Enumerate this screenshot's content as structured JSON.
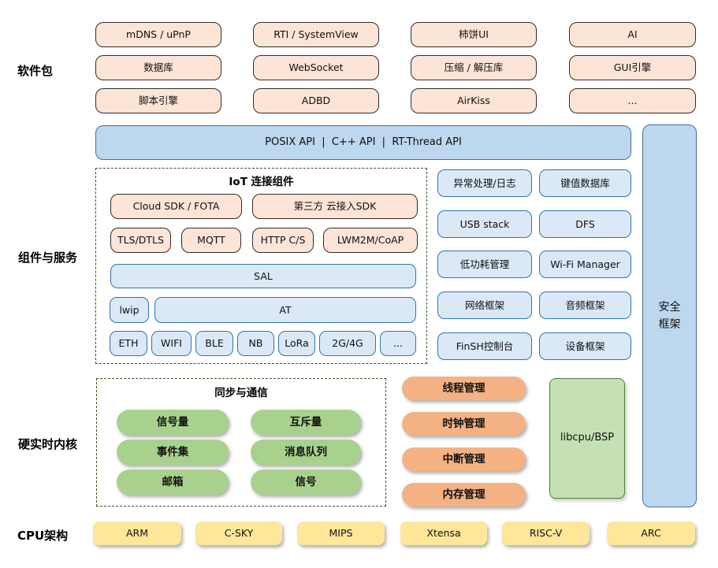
{
  "sections": {
    "software_packages_label": "软件包",
    "components_label": "组件与服务",
    "kernel_label": "硬实时内核",
    "cpu_label": "CPU架构"
  },
  "packages": {
    "items": [
      "mDNS / uPnP",
      "RTI / SystemView",
      "柿饼UI",
      "AI",
      "数据库",
      "WebSocket",
      "压缩 / 解压库",
      "GUI引擎",
      "脚本引擎",
      "ADBD",
      "AirKiss",
      "..."
    ]
  },
  "api_bar": {
    "label": "POSIX API  |  C++ API  |  RT-Thread API"
  },
  "security": {
    "line1": "安全",
    "line2": "框架"
  },
  "iot": {
    "title": "IoT 连接组件",
    "cloud_sdk": "Cloud SDK / FOTA",
    "third_party_sdk": "第三方 云接入SDK",
    "protocols": [
      "TLS/DTLS",
      "MQTT",
      "HTTP C/S",
      "LWM2M/CoAP"
    ],
    "sal": "SAL",
    "lwip": "lwip",
    "at": "AT",
    "links": [
      "ETH",
      "WIFI",
      "BLE",
      "NB",
      "LoRa",
      "2G/4G",
      "..."
    ]
  },
  "components": {
    "items": [
      "异常处理/日志",
      "键值数据库",
      "USB stack",
      "DFS",
      "低功耗管理",
      "Wi-Fi Manager",
      "网络框架",
      "音频框架",
      "FinSH控制台",
      "设备框架"
    ]
  },
  "sync": {
    "title": "同步与通信",
    "items": [
      "信号量",
      "互斥量",
      "事件集",
      "消息队列",
      "邮箱",
      "信号"
    ]
  },
  "kernel": {
    "items": [
      "线程管理",
      "时钟管理",
      "中断管理",
      "内存管理"
    ],
    "libcpu": "libcpu/BSP"
  },
  "cpu": {
    "items": [
      "ARM",
      "C-SKY",
      "MIPS",
      "Xtensa",
      "RISC-V",
      "ARC"
    ]
  },
  "colors": {
    "peach_fill": "#FCE4D6",
    "peach_border": "#2f2f2f",
    "blue_light_fill": "#DBE8F6",
    "blue_border": "#2E75B6",
    "blue_deep_fill": "#BDD7EE",
    "blue_deep_border": "#41719C",
    "green_pill_fill": "#A9D18E",
    "orange_pill_fill": "#F4B183",
    "libcpu_fill": "#C5E0B4",
    "libcpu_border": "#538135",
    "yellow_fill": "#FFE699",
    "dashed_border": "#375623"
  }
}
